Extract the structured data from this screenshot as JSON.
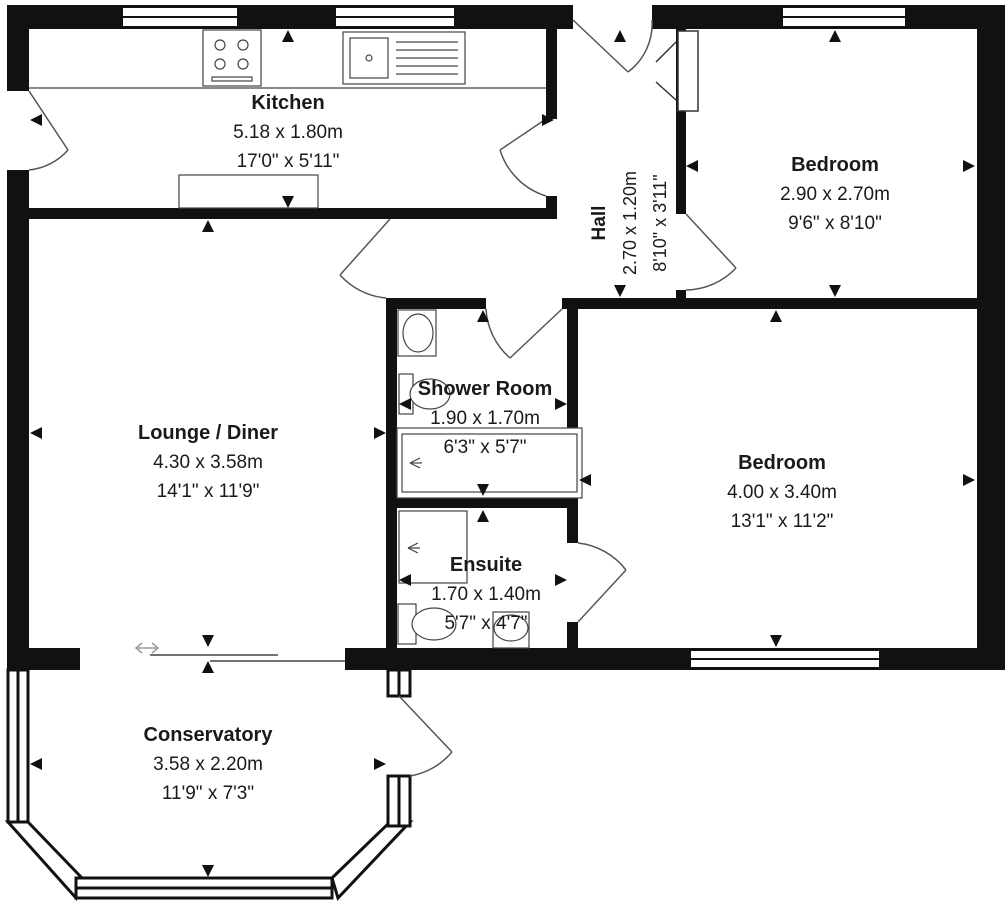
{
  "rooms": {
    "kitchen": {
      "name": "Kitchen",
      "metric": "5.18 x 1.80m",
      "imperial": "17'0\" x 5'11\""
    },
    "hall": {
      "name": "Hall",
      "metric": "2.70 x 1.20m",
      "imperial": "8'10\" x 3'11\""
    },
    "bedroom_top": {
      "name": "Bedroom",
      "metric": "2.90 x 2.70m",
      "imperial": "9'6\" x 8'10\""
    },
    "lounge": {
      "name": "Lounge / Diner",
      "metric": "4.30 x 3.58m",
      "imperial": "14'1\" x 11'9\""
    },
    "shower": {
      "name": "Shower Room",
      "metric": "1.90 x 1.70m",
      "imperial": "6'3\" x 5'7\""
    },
    "bedroom_main": {
      "name": "Bedroom",
      "metric": "4.00 x 3.40m",
      "imperial": "13'1\" x 11'2\""
    },
    "ensuite": {
      "name": "Ensuite",
      "metric": "1.70 x 1.40m",
      "imperial": "5'7\" x 4'7\""
    },
    "conservatory": {
      "name": "Conservatory",
      "metric": "3.58 x 2.20m",
      "imperial": "11'9\" x 7'3\""
    }
  },
  "colors": {
    "wall": "#111111",
    "fixture": "#555555",
    "background": "#ffffff"
  },
  "icons": [
    "sliding-door-arrow-icon",
    "hob-icon",
    "sink-icon",
    "toilet-icon",
    "shower-tray-icon",
    "basin-icon",
    "door-swing-icon",
    "measure-arrow-icon"
  ]
}
